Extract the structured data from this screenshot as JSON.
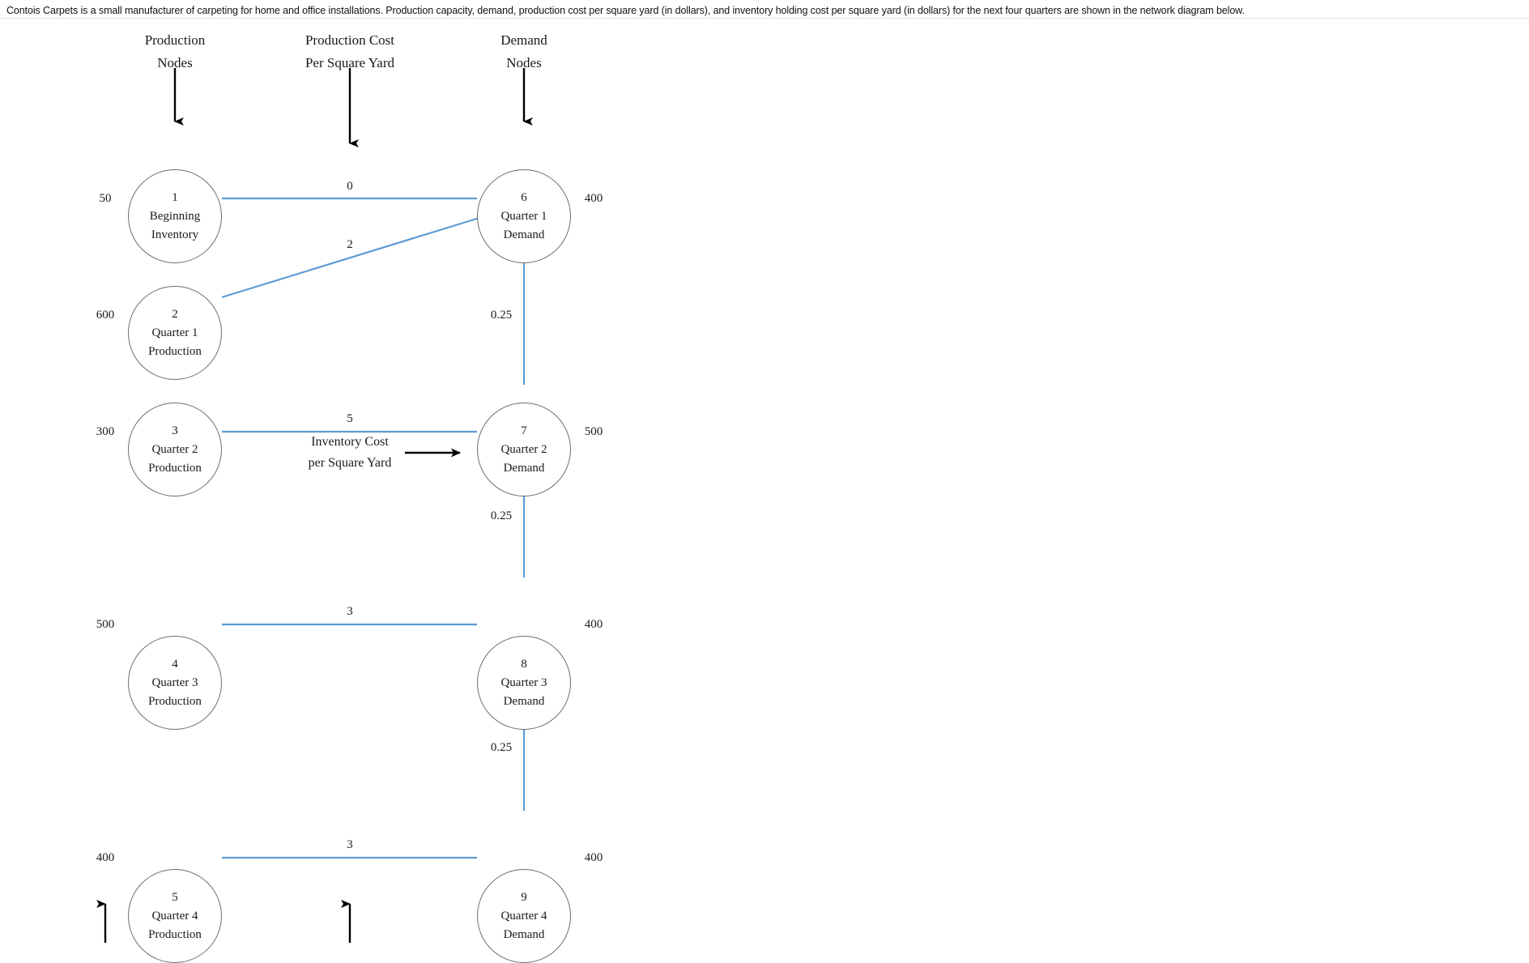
{
  "intro": {
    "text": "Contois Carpets is a small manufacturer of carpeting for home and office installations. Production capacity, demand, production cost per square yard (in dollars), and inventory holding cost per square yard (in dollars) for the next four quarters are shown in the network diagram below."
  },
  "colors": {
    "edge": "#5b9bd5",
    "node_border": "#6e6e6e",
    "arrow": "#000000",
    "text": "#1a1a1a",
    "background": "#ffffff"
  },
  "headers": [
    {
      "line1": "Production",
      "line2": "Nodes"
    },
    {
      "line1": "Production Cost",
      "line2": "Per Square Yard"
    },
    {
      "line1": "Demand",
      "line2": "Nodes"
    }
  ],
  "annotation": {
    "line1": "Inventory Cost",
    "line2": "per Square Yard",
    "value": "0.25"
  },
  "nodes": [
    {
      "id": "1",
      "line2": "Beginning",
      "line3": "Inventory",
      "side_value": "50"
    },
    {
      "id": "2",
      "line2": "Quarter 1",
      "line3": "Production",
      "side_value": "600"
    },
    {
      "id": "3",
      "line2": "Quarter 2",
      "line3": "Production",
      "side_value": "300"
    },
    {
      "id": "4",
      "line2": "Quarter 3",
      "line3": "Production",
      "side_value": "500"
    },
    {
      "id": "5",
      "line2": "Quarter 4",
      "line3": "Production",
      "side_value": "400"
    },
    {
      "id": "6",
      "line2": "Quarter 1",
      "line3": "Demand",
      "side_value": "400"
    },
    {
      "id": "7",
      "line2": "Quarter 2",
      "line3": "Demand",
      "side_value": "500"
    },
    {
      "id": "8",
      "line2": "Quarter 3",
      "line3": "Demand",
      "side_value": "400"
    },
    {
      "id": "9",
      "line2": "Quarter 4",
      "line3": "Demand",
      "side_value": "400"
    }
  ],
  "edge_labels": {
    "e1_6": "0",
    "e2_6": "2",
    "e3_7": "5",
    "e4_8": "3",
    "e5_9": "3",
    "e6_7": "0.25",
    "e7_8": "0.25",
    "e8_9": "0.25"
  },
  "chart_data": {
    "type": "diagram",
    "title": "Contois Carpets production / inventory network",
    "supply_nodes": [
      {
        "id": 1,
        "label": "Beginning Inventory",
        "capacity": 50
      },
      {
        "id": 2,
        "label": "Quarter 1 Production",
        "capacity": 600
      },
      {
        "id": 3,
        "label": "Quarter 2 Production",
        "capacity": 300
      },
      {
        "id": 4,
        "label": "Quarter 3 Production",
        "capacity": 500
      },
      {
        "id": 5,
        "label": "Quarter 4 Production",
        "capacity": 400
      }
    ],
    "demand_nodes": [
      {
        "id": 6,
        "label": "Quarter 1 Demand",
        "demand": 400
      },
      {
        "id": 7,
        "label": "Quarter 2 Demand",
        "demand": 500
      },
      {
        "id": 8,
        "label": "Quarter 3 Demand",
        "demand": 400
      },
      {
        "id": 9,
        "label": "Quarter 4 Demand",
        "demand": 400
      }
    ],
    "arcs": [
      {
        "from": 1,
        "to": 6,
        "cost": 0,
        "kind": "production"
      },
      {
        "from": 2,
        "to": 6,
        "cost": 2,
        "kind": "production"
      },
      {
        "from": 3,
        "to": 7,
        "cost": 5,
        "kind": "production"
      },
      {
        "from": 4,
        "to": 8,
        "cost": 3,
        "kind": "production"
      },
      {
        "from": 5,
        "to": 9,
        "cost": 3,
        "kind": "production"
      },
      {
        "from": 6,
        "to": 7,
        "cost": 0.25,
        "kind": "inventory"
      },
      {
        "from": 7,
        "to": 8,
        "cost": 0.25,
        "kind": "inventory"
      },
      {
        "from": 8,
        "to": 9,
        "cost": 0.25,
        "kind": "inventory"
      }
    ]
  }
}
